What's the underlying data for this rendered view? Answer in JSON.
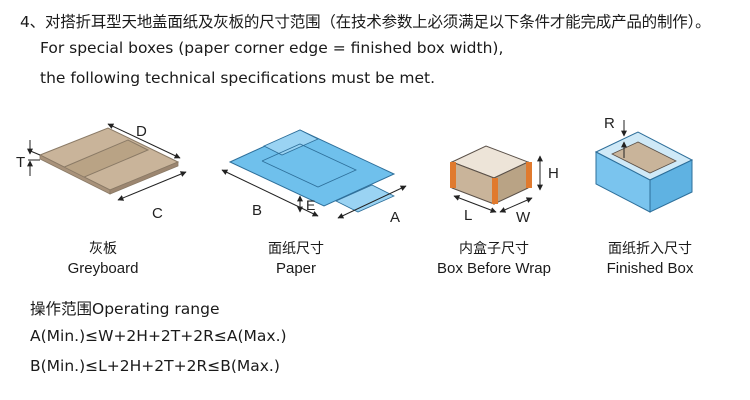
{
  "heading": "4、对搭折耳型天地盖面纸及灰板的尺寸范围（在技术参数上必须满足以下条件才能完成产品的制作）。",
  "intro_lines": [
    "For special boxes (paper corner edge = finished box width),",
    "the following technical specifications must be met."
  ],
  "figures": [
    {
      "zh": "灰板",
      "en": "Greyboard",
      "labels": {
        "thickness": "T",
        "length": "D",
        "width": "C"
      }
    },
    {
      "zh": "面纸尺寸",
      "en": "Paper",
      "labels": {
        "width": "B",
        "edge": "E",
        "length": "A"
      }
    },
    {
      "zh": "内盒子尺寸",
      "en": "Box Before Wrap",
      "labels": {
        "height": "H",
        "length": "L",
        "width": "W"
      }
    },
    {
      "zh": "面纸折入尺寸",
      "en": "Finished Box",
      "labels": {
        "fold": "R"
      }
    }
  ],
  "range": {
    "title": "操作范围Operating range",
    "formulas": [
      "A(Min.)≤W+2H+2T+2R≤A(Max.)",
      "B(Min.)≤L+2H+2T+2R≤B(Max.)"
    ]
  },
  "colors": {
    "greyboard": "#c9b49a",
    "greyboard_stroke": "#8a7a66",
    "paper": "#6fc0ec",
    "paper_stroke": "#2e6f9a",
    "box_inner": "#c9b49a",
    "corner_tape": "#e07a2e",
    "finished_blue": "#7ac4ee"
  }
}
